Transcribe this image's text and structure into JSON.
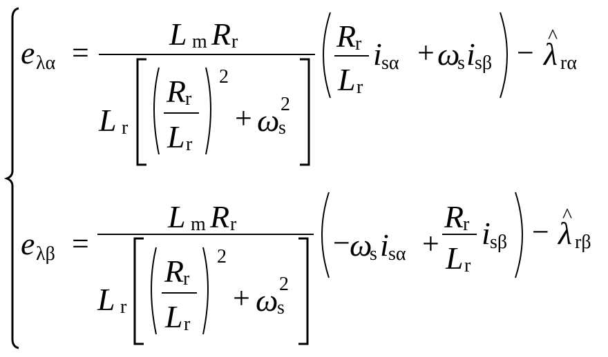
{
  "equation_system": {
    "description": "System of two equations for back-EMF-like terms e_lambda_alpha and e_lambda_beta",
    "eq1": {
      "lhs": {
        "base": "e",
        "sub": "λα"
      },
      "equals": "=",
      "fraction": {
        "numerator": {
          "L": "L",
          "L_sub": "m",
          "R": "R",
          "R_sub": "r"
        },
        "denominator": {
          "L": "L",
          "L_sub": "r",
          "inner_R": "R",
          "inner_R_sub": "r",
          "inner_L": "L",
          "inner_L_sub": "r",
          "exp": "2",
          "plus": "+",
          "omega": "ω",
          "omega_sub": "s",
          "omega_exp": "2"
        }
      },
      "paren": {
        "frac_R": "R",
        "frac_R_sub": "r",
        "frac_L": "L",
        "frac_L_sub": "r",
        "i1": "i",
        "i1_sub": "sα",
        "plus": "+",
        "omega": "ω",
        "omega_sub": "s",
        "i2": "i",
        "i2_sub": "sβ"
      },
      "minus": "−",
      "lambda": "λ",
      "lambda_hat": "^",
      "lambda_sub": "rα"
    },
    "eq2": {
      "lhs": {
        "base": "e",
        "sub": "λβ"
      },
      "equals": "=",
      "fraction": {
        "numerator": {
          "L": "L",
          "L_sub": "m",
          "R": "R",
          "R_sub": "r"
        },
        "denominator": {
          "L": "L",
          "L_sub": "r",
          "inner_R": "R",
          "inner_R_sub": "r",
          "inner_L": "L",
          "inner_L_sub": "r",
          "exp": "2",
          "plus": "+",
          "omega": "ω",
          "omega_sub": "s",
          "omega_exp": "2"
        }
      },
      "paren": {
        "neg": "−",
        "omega": "ω",
        "omega_sub": "s",
        "i1": "i",
        "i1_sub": "sα",
        "plus": "+",
        "frac_R": "R",
        "frac_R_sub": "r",
        "frac_L": "L",
        "frac_L_sub": "r",
        "i2": "i",
        "i2_sub": "sβ"
      },
      "minus": "−",
      "lambda": "λ",
      "lambda_hat": "^",
      "lambda_sub": "rβ"
    }
  }
}
